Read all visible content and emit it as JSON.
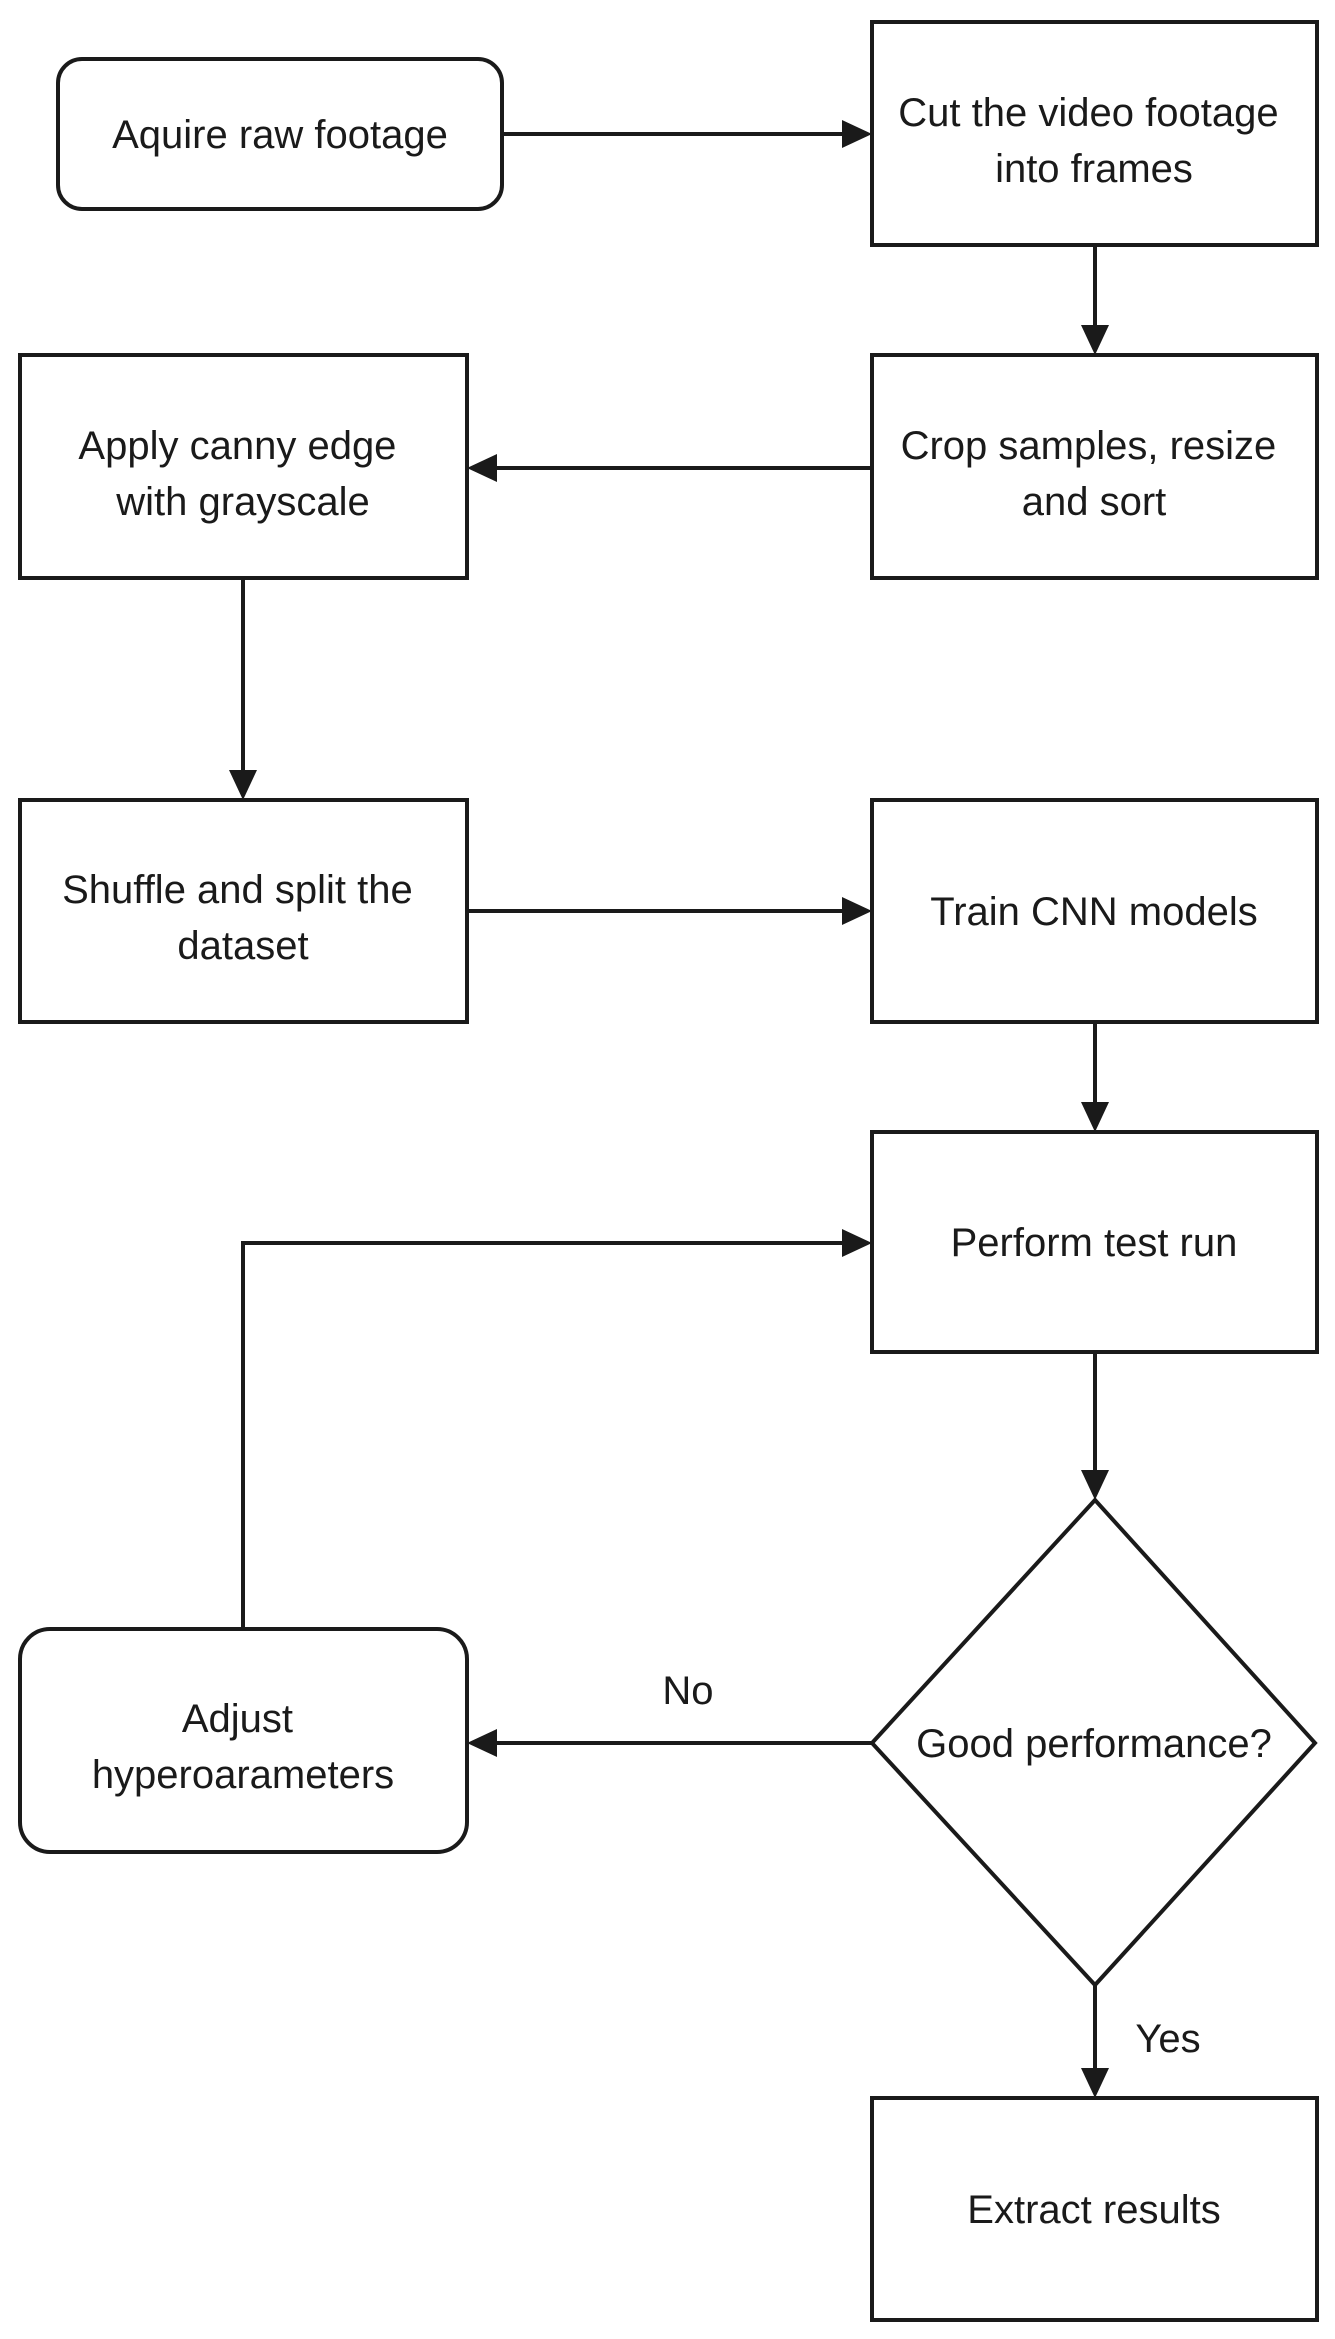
{
  "diagram": {
    "nodes": {
      "acquire": {
        "lines": [
          "Aquire raw footage"
        ],
        "shape": "rounded-rectangle"
      },
      "cut": {
        "lines": [
          "Cut the video footage",
          "into frames"
        ],
        "shape": "rectangle"
      },
      "crop": {
        "lines": [
          "Crop samples, resize",
          "and sort"
        ],
        "shape": "rectangle"
      },
      "canny": {
        "lines": [
          "Apply canny edge",
          "with grayscale"
        ],
        "shape": "rectangle"
      },
      "shuffle": {
        "lines": [
          "Shuffle and split the",
          "dataset"
        ],
        "shape": "rectangle"
      },
      "train": {
        "lines": [
          "Train CNN models"
        ],
        "shape": "rectangle"
      },
      "test": {
        "lines": [
          "Perform test run"
        ],
        "shape": "rectangle"
      },
      "decision": {
        "lines": [
          "Good performance?"
        ],
        "shape": "diamond"
      },
      "adjust": {
        "lines": [
          "Adjust",
          "hyperoarameters"
        ],
        "shape": "rounded-rectangle"
      },
      "extract": {
        "lines": [
          "Extract results"
        ],
        "shape": "rectangle"
      }
    },
    "edge_labels": {
      "no": "No",
      "yes": "Yes"
    },
    "colors": {
      "stroke": "#1a1a1a",
      "fill": "#ffffff",
      "background": "#ffffff"
    }
  }
}
